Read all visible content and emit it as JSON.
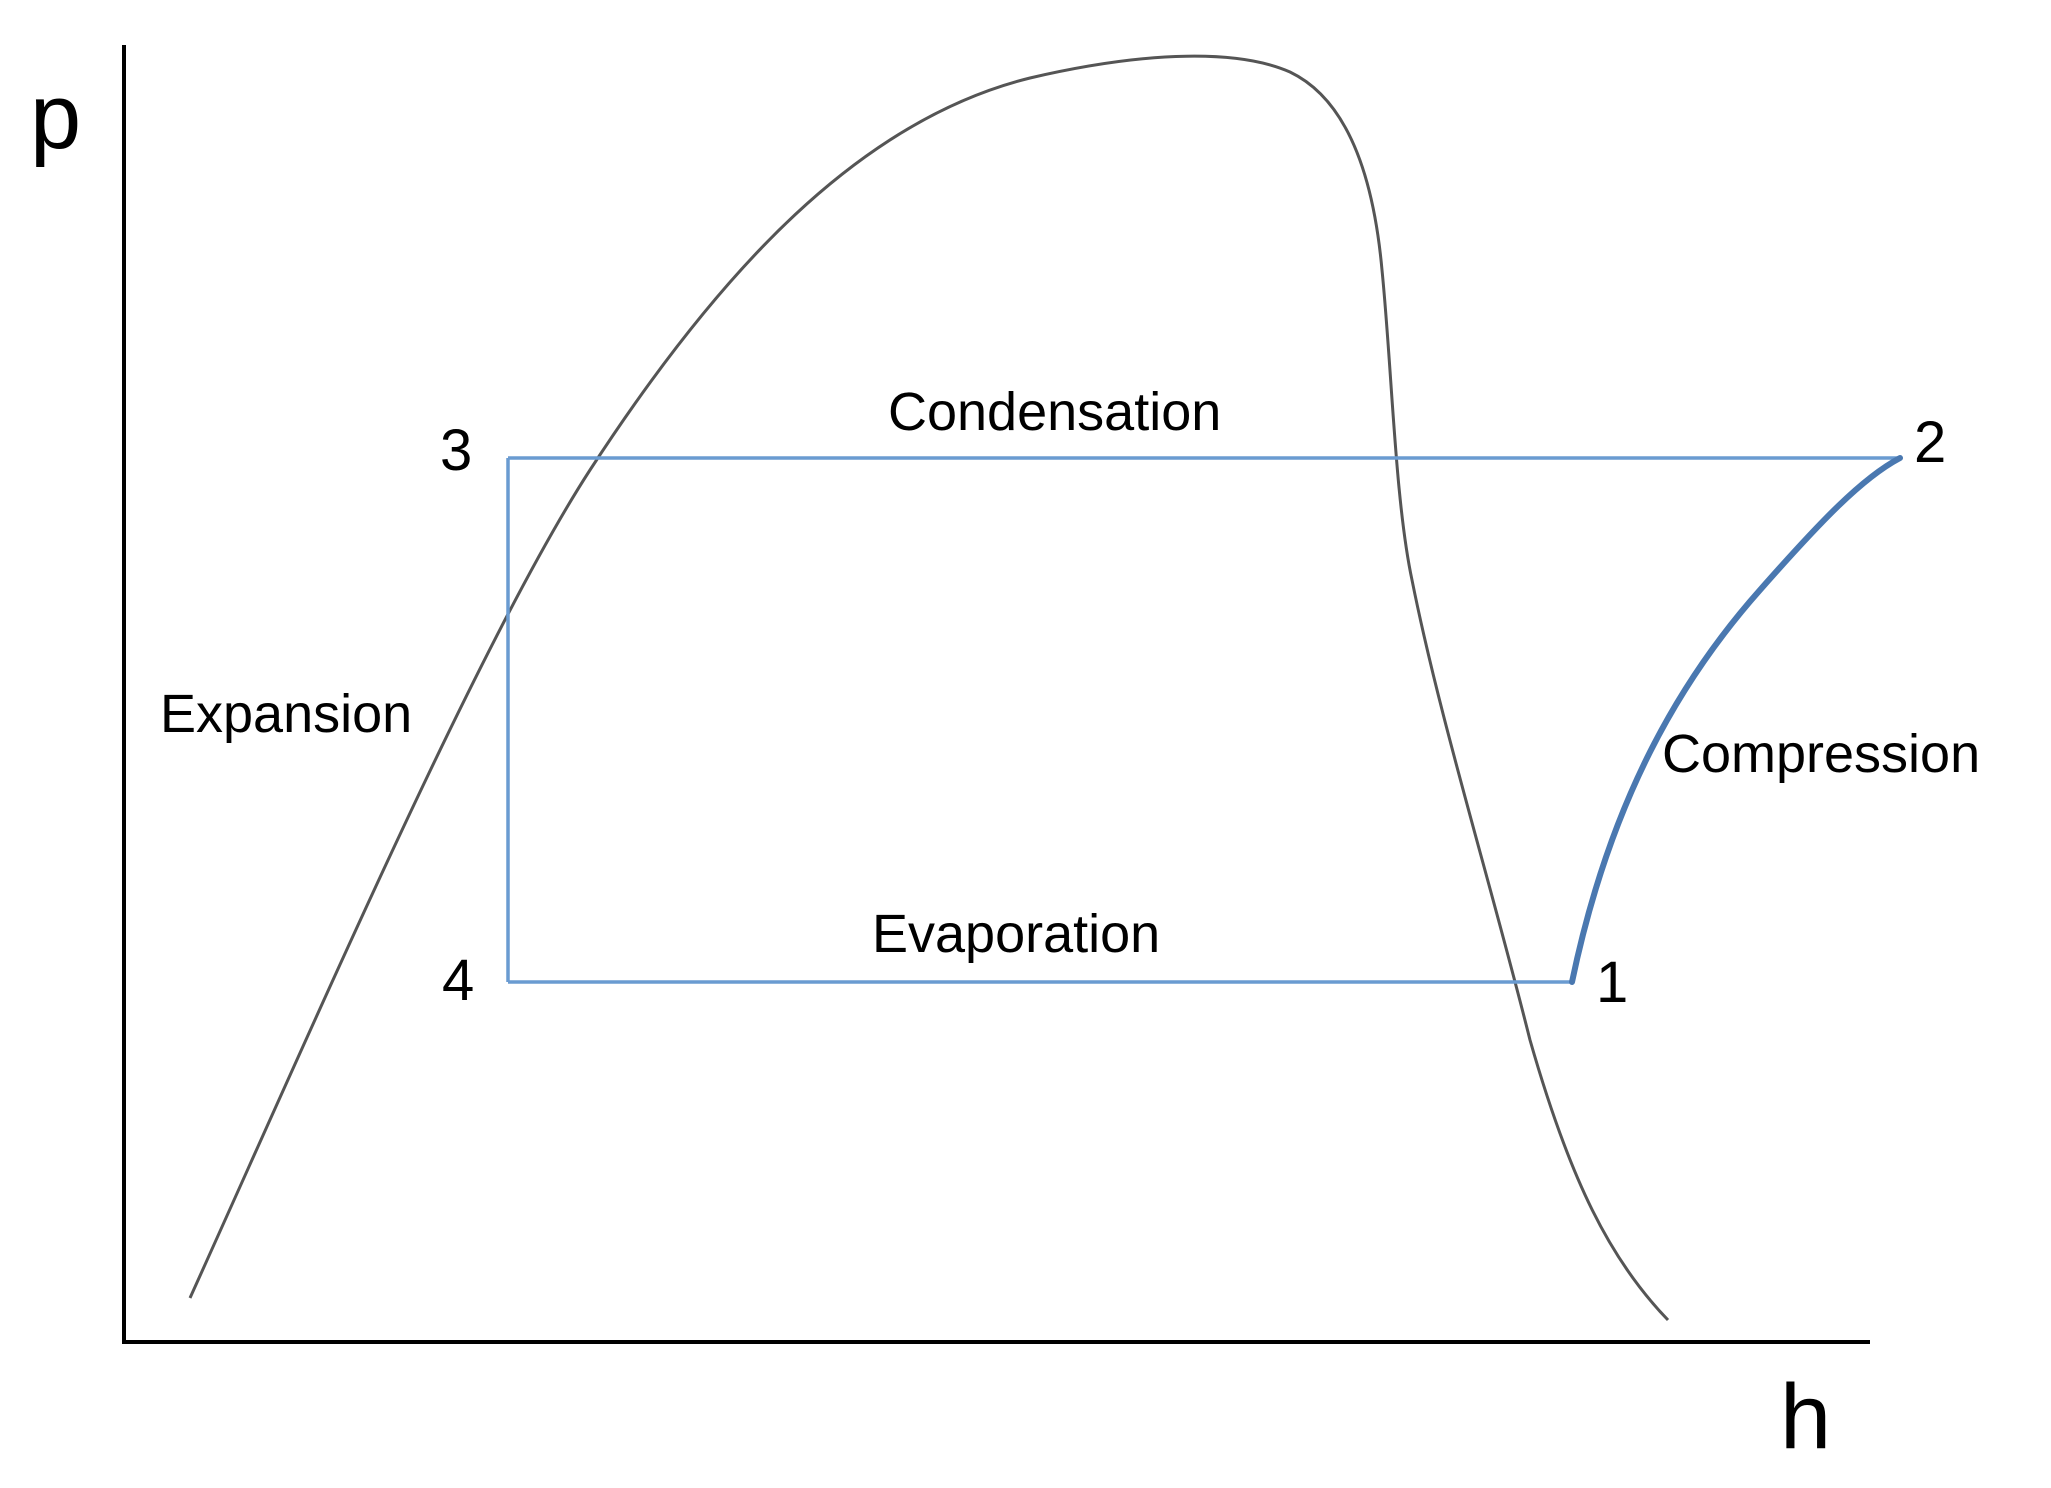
{
  "axes": {
    "y_label": "p",
    "x_label": "h"
  },
  "states": {
    "s1": "1",
    "s2": "2",
    "s3": "3",
    "s4": "4"
  },
  "processes": {
    "condensation": "Condensation",
    "evaporation": "Evaporation",
    "expansion": "Expansion",
    "compression": "Compression"
  },
  "colors": {
    "cycle": "#6a9bd1",
    "compression": "#4a78b0",
    "saturation_dome": "#555555",
    "axes": "#000000"
  }
}
